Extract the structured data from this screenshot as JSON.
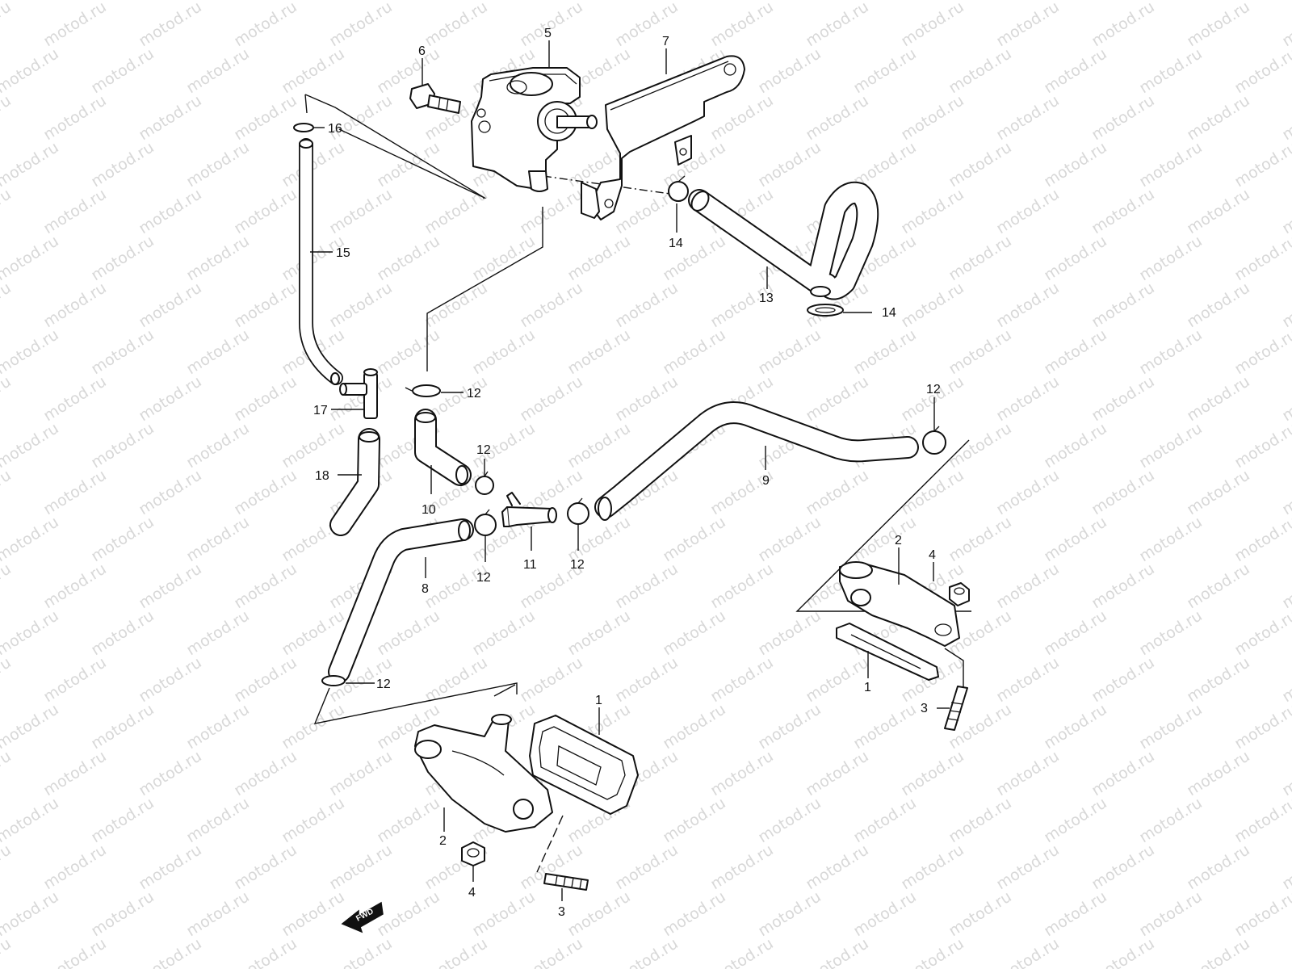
{
  "watermark": "motod.ru",
  "fwd_label": "FWD",
  "callouts": {
    "c1a": "1",
    "c1b": "1",
    "c2a": "2",
    "c2b": "2",
    "c3a": "3",
    "c3b": "3",
    "c4a": "4",
    "c4b": "4",
    "c5": "5",
    "c6": "6",
    "c7": "7",
    "c8": "8",
    "c9": "9",
    "c10": "10",
    "c11": "11",
    "c12a": "12",
    "c12b": "12",
    "c12c": "12",
    "c12d": "12",
    "c12e": "12",
    "c12f": "12",
    "c13": "13",
    "c14a": "14",
    "c14b": "14",
    "c15": "15",
    "c16": "16",
    "c17": "17",
    "c18": "18"
  }
}
